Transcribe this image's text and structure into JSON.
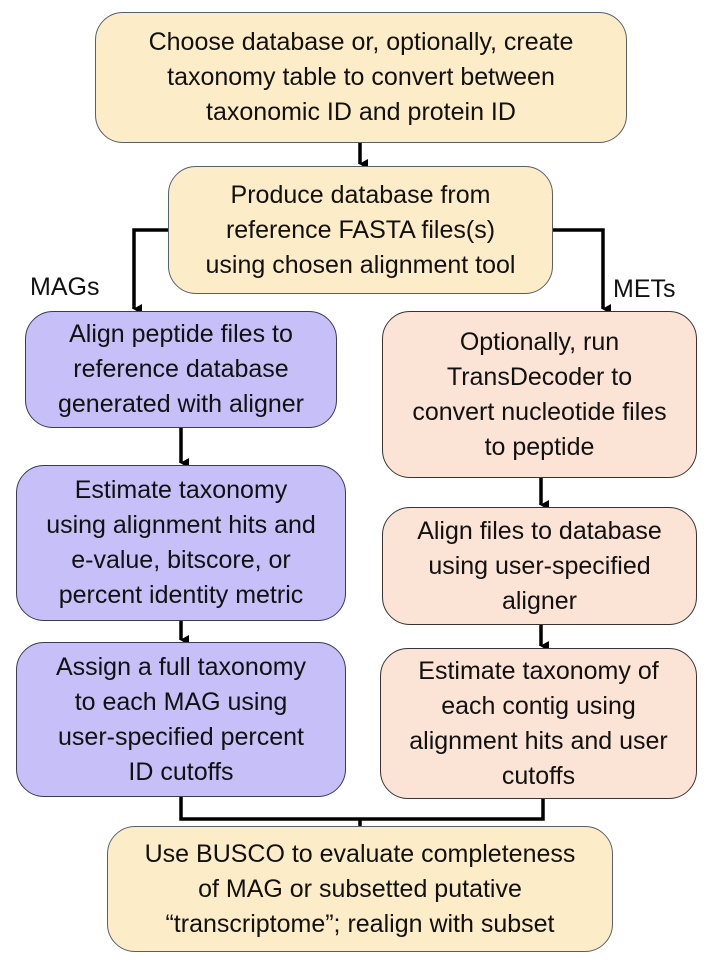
{
  "diagram": {
    "type": "flowchart",
    "nodes": [
      {
        "id": "choose-db",
        "text": "Choose database or, optionally, create\ntaxonomy table to convert between\ntaxonomic ID and protein ID",
        "color": "#fdecc8"
      },
      {
        "id": "produce-db",
        "text": "Produce database from\nreference FASTA files(s)\nusing chosen alignment tool",
        "color": "#fdecc8"
      },
      {
        "id": "mag-align",
        "text": "Align peptide files to\nreference database\ngenerated with aligner",
        "color": "#c6bff8"
      },
      {
        "id": "mag-estimate",
        "text": "Estimate taxonomy\nusing alignment hits and\ne-value, bitscore, or\npercent identity metric",
        "color": "#c6bff8"
      },
      {
        "id": "mag-assign",
        "text": "Assign a full taxonomy\nto each MAG using\nuser-specified percent\nID cutoffs",
        "color": "#c6bff8"
      },
      {
        "id": "met-transdecoder",
        "text": "Optionally, run\nTransDecoder to\nconvert nucleotide files\nto peptide",
        "color": "#fbe4d5"
      },
      {
        "id": "met-align",
        "text": "Align files to database\nusing user-specified\naligner",
        "color": "#fbe4d5"
      },
      {
        "id": "met-estimate",
        "text": "Estimate taxonomy of\neach contig using\nalignment hits and user\ncutoffs",
        "color": "#fbe4d5"
      },
      {
        "id": "busco",
        "text": "Use BUSCO to evaluate completeness\nof MAG or subsetted putative\n“transcriptome”; realign with subset",
        "color": "#fdecc8"
      }
    ],
    "branch_labels": {
      "left": "MAGs",
      "right": "METs"
    },
    "edges": [
      {
        "from": "choose-db",
        "to": "produce-db"
      },
      {
        "from": "produce-db",
        "to": "mag-align",
        "label": "MAGs"
      },
      {
        "from": "produce-db",
        "to": "met-transdecoder",
        "label": "METs"
      },
      {
        "from": "mag-align",
        "to": "mag-estimate"
      },
      {
        "from": "mag-estimate",
        "to": "mag-assign"
      },
      {
        "from": "met-transdecoder",
        "to": "met-align"
      },
      {
        "from": "met-align",
        "to": "met-estimate"
      },
      {
        "from": "mag-assign",
        "to": "busco"
      },
      {
        "from": "met-estimate",
        "to": "busco"
      }
    ]
  }
}
